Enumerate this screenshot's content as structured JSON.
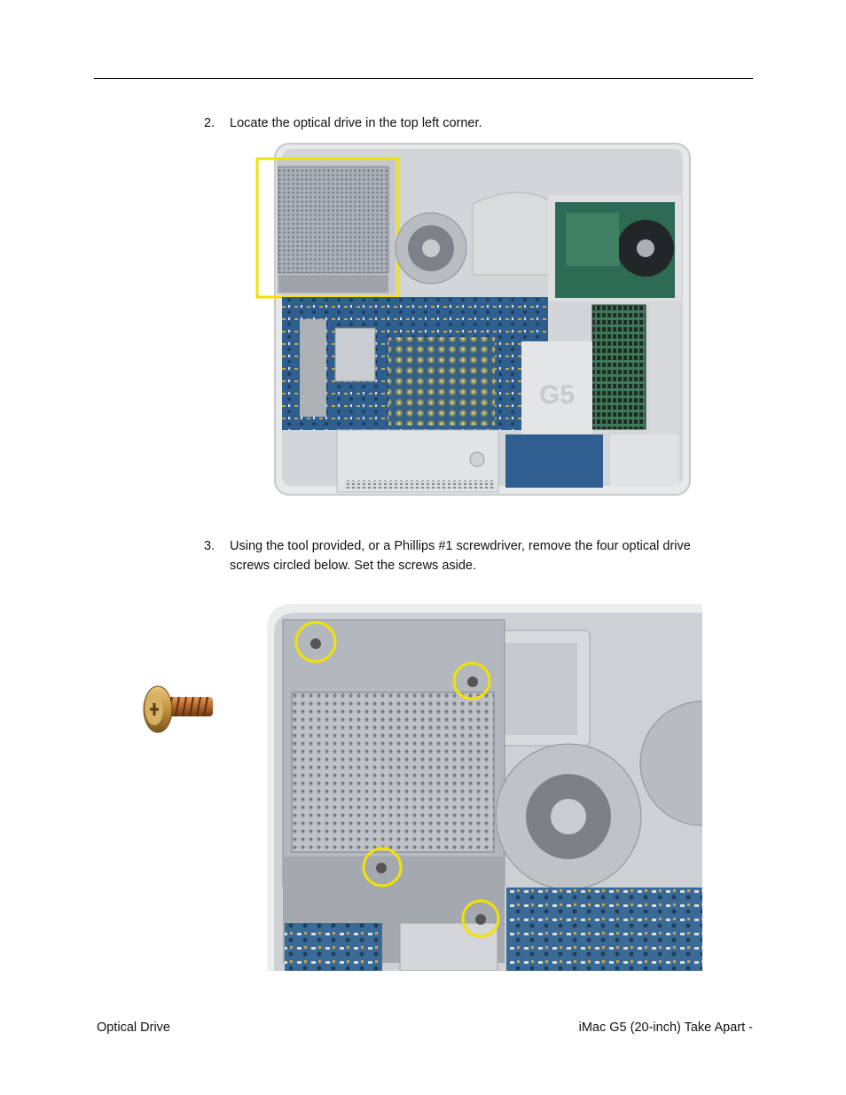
{
  "steps": [
    {
      "number": "2.",
      "text": "Locate the optical drive in the top left corner."
    },
    {
      "number": "3.",
      "text_line1": "Using the tool provided, or a Phillips #1 screwdriver, remove the four optical drive",
      "text_line2": "screws circled below. Set the screws aside."
    }
  ],
  "figure1": {
    "logo_text": "G5",
    "highlight_color": "#f2e200"
  },
  "figure2": {
    "highlight_color": "#f2e200"
  },
  "footer": {
    "left": "Optical Drive",
    "right": "iMac G5 (20-inch) Take Apart -"
  }
}
